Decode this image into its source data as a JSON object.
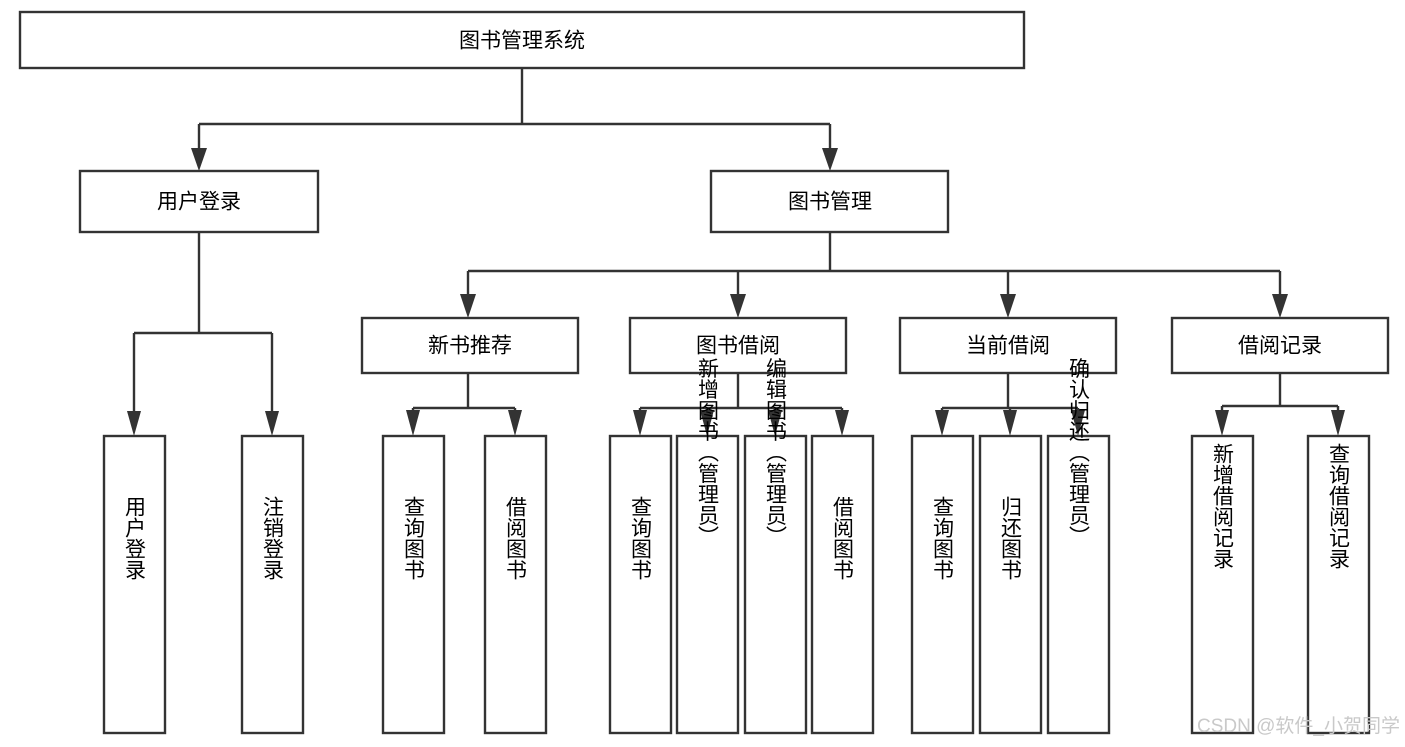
{
  "diagram": {
    "title": "图书管理系统",
    "type": "tree-hierarchy",
    "orientation": "top-down",
    "watermark": "CSDN @软件_小贺同学",
    "colors": {
      "background": "#ffffff",
      "box_stroke": "#333333",
      "box_fill": "#ffffff",
      "text": "#000000",
      "watermark": "#c9c9c9"
    }
  },
  "nodes": {
    "root": {
      "label": "图书管理系统"
    },
    "level1": [
      {
        "label": "用户登录"
      },
      {
        "label": "图书管理"
      }
    ],
    "level2": [
      {
        "label": "新书推荐"
      },
      {
        "label": "图书借阅"
      },
      {
        "label": "当前借阅"
      },
      {
        "label": "借阅记录"
      }
    ],
    "leaves": [
      {
        "label": "用户登录",
        "parent": "用户登录"
      },
      {
        "label": "注销登录",
        "parent": "用户登录"
      },
      {
        "label": "查询图书",
        "parent": "新书推荐"
      },
      {
        "label": "借阅图书",
        "parent": "新书推荐"
      },
      {
        "label": "查询图书",
        "parent": "图书借阅"
      },
      {
        "label": "新增图书（管理员）",
        "parent": "图书借阅"
      },
      {
        "label": "编辑图书（管理员）",
        "parent": "图书借阅"
      },
      {
        "label": "借阅图书",
        "parent": "图书借阅"
      },
      {
        "label": "查询图书",
        "parent": "当前借阅"
      },
      {
        "label": "归还图书",
        "parent": "当前借阅"
      },
      {
        "label": "确认归还（管理员）",
        "parent": "当前借阅"
      },
      {
        "label": "新增借阅记录",
        "parent": "借阅记录"
      },
      {
        "label": "查询借阅记录",
        "parent": "借阅记录"
      }
    ]
  }
}
